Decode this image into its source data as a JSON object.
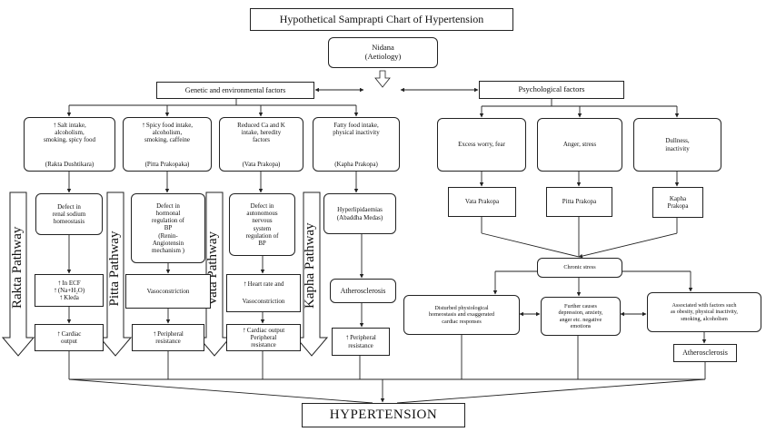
{
  "title": "Hypothetical Samprapti Chart of Hypertension",
  "nidana": {
    "line1": "Nidana",
    "line2": "(Aetiology)"
  },
  "genetic": "Genetic and environmental factors",
  "psychological": "Psychological factors",
  "causes": [
    {
      "lines": [
        "Salt intake,",
        "alcoholism,",
        "smoking, spicy food"
      ],
      "dosha": "(Rakta Dushtikara)"
    },
    {
      "lines": [
        "Spicy food intake,",
        "alcoholism,",
        "smoking,  caffeine"
      ],
      "dosha": "(Pitta Prakopaka)"
    },
    {
      "lines": [
        "Reduced Ca and K",
        "intake, heredity",
        "factors"
      ],
      "dosha": "(Vata Prakopa)"
    },
    {
      "lines": [
        "Fatty food intake,",
        "physical inactivity"
      ],
      "dosha": "(Kapha Prakopa)"
    }
  ],
  "pathways": [
    "Rakta Pathway",
    "Pitta Pathway",
    "Vata Pathway",
    "Kapha Pathway"
  ],
  "rakta": {
    "defect": [
      "Defect in",
      "renal sodium",
      "homeostasis"
    ],
    "ecf": [
      "In ECF",
      "(Na+H₂O)",
      "Kleda"
    ],
    "output": [
      "Cardiac",
      "output"
    ]
  },
  "pitta": {
    "defect": [
      "Defect in",
      "hormonal",
      "regulation of",
      "BP",
      "(Renin-",
      "Angiotensin",
      "mechanism )"
    ],
    "vaso": "Vasoconstriction",
    "resistance": [
      "Peripheral",
      "resistance"
    ]
  },
  "vata": {
    "defect": [
      "Defect in",
      "autonomous",
      "nervous",
      "system",
      "regulation of",
      "BP"
    ],
    "heart": "Heart rate and",
    "vaso": "Vasoconstriction",
    "output": [
      "Cardiac output",
      "Peripheral",
      "resistance"
    ]
  },
  "kapha": {
    "hyper": [
      "Hyperlipidaemias",
      "(Abaddha Medas)"
    ],
    "athero": "Atherosclerosis",
    "resistance": [
      "Peripheral",
      "resistance"
    ]
  },
  "psych_causes": [
    [
      "Excess worry, fear"
    ],
    [
      "Anger, stress"
    ],
    [
      "Dullness,",
      "inactivity"
    ]
  ],
  "prakopa": [
    [
      "Vata Prakopa"
    ],
    [
      "Pitta Prakopa"
    ],
    [
      "Kapha",
      "Prakopa"
    ]
  ],
  "chronic": "Chronic stress",
  "effects": [
    [
      "Disturbed physiological",
      "homeostasis and exaggerated",
      "cardiac responses"
    ],
    [
      "Further causes",
      "depression, anxiety,",
      "anger etc. negative",
      "emotions"
    ],
    [
      "Associated with factors such",
      "as obesity, physical inactivity,",
      "smoking, alcoholism"
    ]
  ],
  "psych_athero": "Atherosclerosis",
  "final": "HYPERTENSION"
}
